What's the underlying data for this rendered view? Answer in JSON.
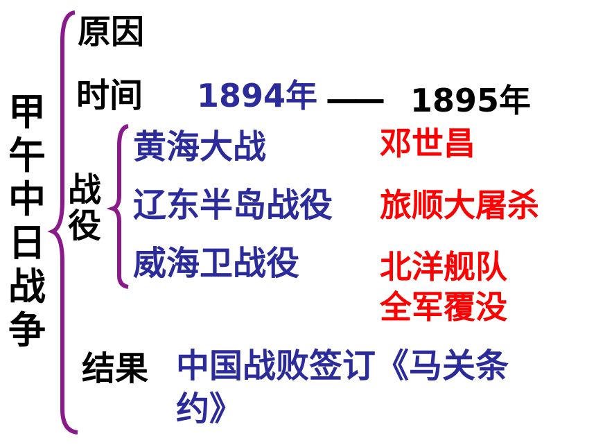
{
  "topic": {
    "chars": [
      "甲",
      "午",
      "中",
      "日",
      "战",
      "争"
    ]
  },
  "cause": {
    "label": "原因"
  },
  "time": {
    "label": "时间",
    "start": "1894年",
    "dash": "——",
    "end": "1895年"
  },
  "battles": {
    "label_chars": [
      "战",
      "役"
    ],
    "items": [
      {
        "name": "黄海大战",
        "note": "邓世昌"
      },
      {
        "name": "辽东半岛战役",
        "note": "旅顺大屠杀"
      },
      {
        "name": "威海卫战役",
        "note_lines": [
          "北洋舰队",
          "全军覆没"
        ]
      }
    ]
  },
  "result": {
    "label": "结果",
    "text_line1": "中国战败签订《马关条",
    "text_line2": "约》"
  },
  "colors": {
    "bracket": "#8a1a8a",
    "blue_text": "#2b2b9b",
    "red_text": "#ff0000"
  }
}
